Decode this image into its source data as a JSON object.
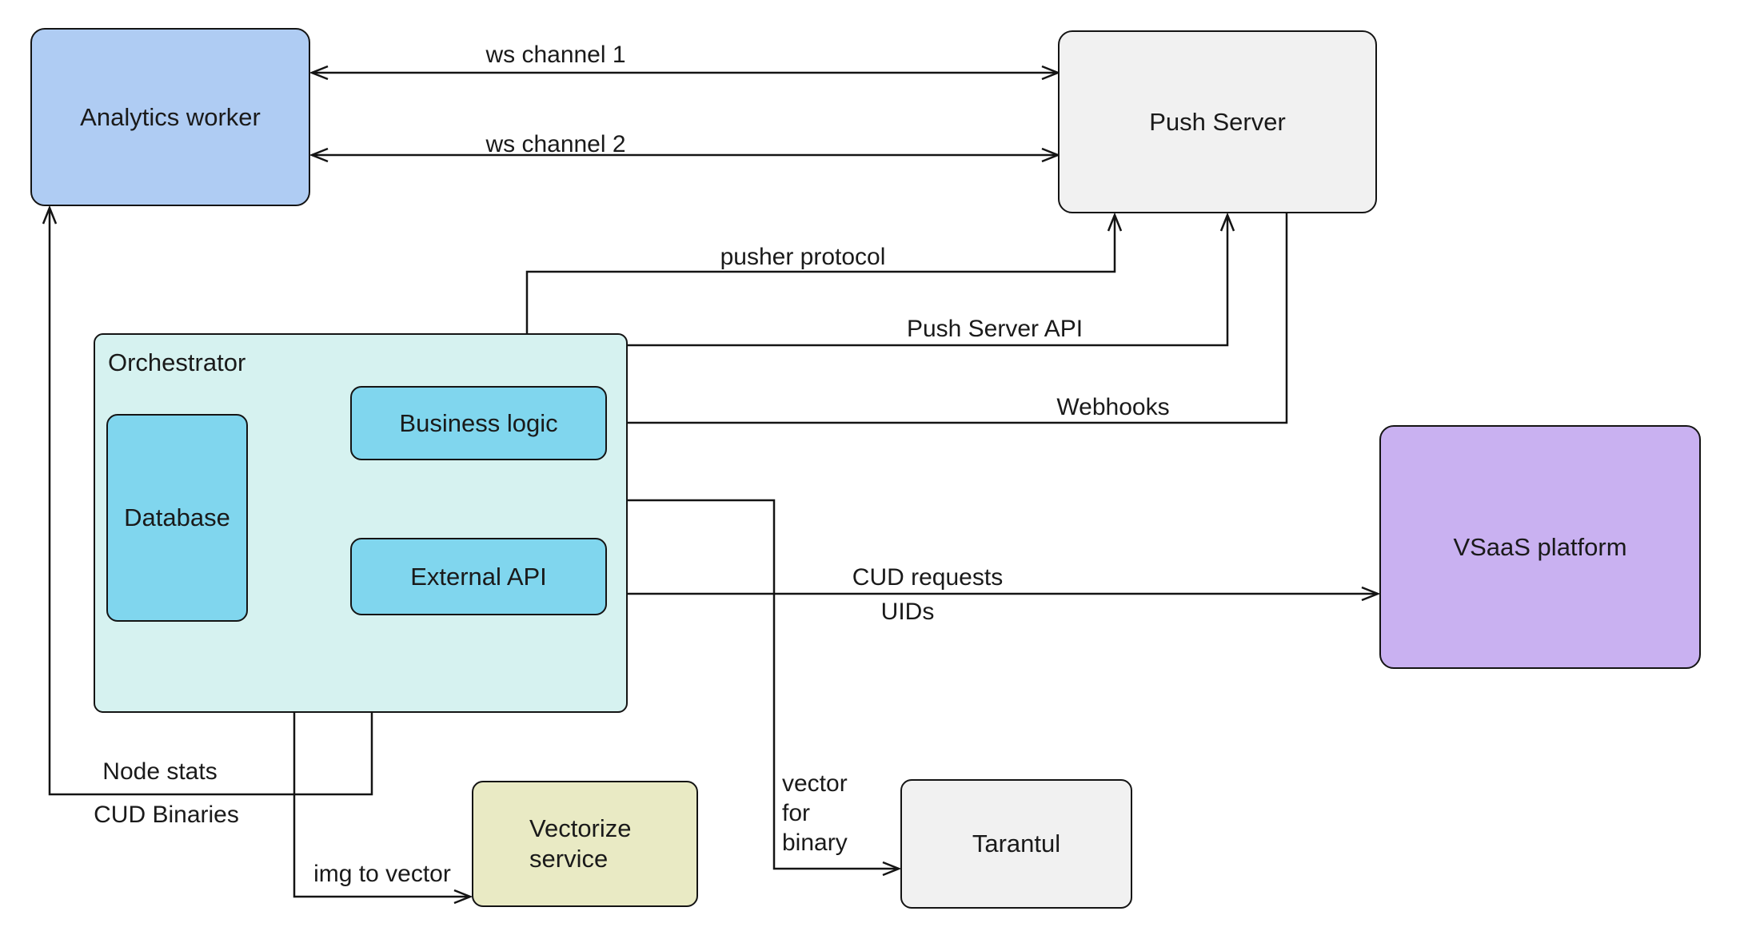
{
  "diagram": {
    "canvas_background": "#ffffff",
    "stroke_color": "#141414",
    "nodes": {
      "analytics_worker": {
        "label": "Analytics worker",
        "fill": "#afccf3"
      },
      "push_server": {
        "label": "Push Server",
        "fill": "#f1f1f1"
      },
      "orchestrator": {
        "label": "Orchestrator",
        "fill": "#d6f2f0"
      },
      "database": {
        "label": "Database",
        "fill": "#80d6ee"
      },
      "business_logic": {
        "label": "Business logic",
        "fill": "#80d6ee"
      },
      "external_api": {
        "label": "External API",
        "fill": "#80d6ee"
      },
      "vsaas_platform": {
        "label": "VSaaS platform",
        "fill": "#c9b1f1"
      },
      "vectorize_service": {
        "label_line1": "Vectorize",
        "label_line2": "service",
        "fill": "#e9eac4"
      },
      "tarantul": {
        "label": "Tarantul",
        "fill": "#f1f1f1"
      }
    },
    "edges": {
      "ws_channel_1": {
        "label": "ws channel 1",
        "from": "Push Server",
        "to": "Analytics worker",
        "arrows": "both"
      },
      "ws_channel_2": {
        "label": "ws channel 2",
        "from": "Push Server",
        "to": "Analytics worker",
        "arrows": "both"
      },
      "pusher_protocol": {
        "label": "pusher protocol",
        "from": "Business logic",
        "to": "Push Server",
        "arrows": "both"
      },
      "push_server_api": {
        "label": "Push Server API",
        "from": "Business logic",
        "to": "Push Server",
        "arrows": "both"
      },
      "webhooks": {
        "label": "Webhooks",
        "from": "Push Server",
        "to": "Business logic",
        "arrows": "end"
      },
      "cud_requests_uids": {
        "label_top": "CUD requests",
        "label_bottom": "UIDs",
        "from": "External API",
        "to": "VSaaS platform",
        "arrows": "both"
      },
      "node_stats_cud_binaries": {
        "label_top": "Node stats",
        "label_bottom": "CUD Binaries",
        "from": "Analytics worker",
        "to": "External API",
        "arrows": "both"
      },
      "img_to_vector": {
        "label": "img to vector",
        "from": "Business logic",
        "to": "Vectorize service",
        "arrows": "both"
      },
      "vector_for_binary": {
        "label_line1": "vector",
        "label_line2": "for",
        "label_line3": "binary",
        "from": "Business logic",
        "to": "Tarantul",
        "arrows": "end"
      }
    }
  }
}
